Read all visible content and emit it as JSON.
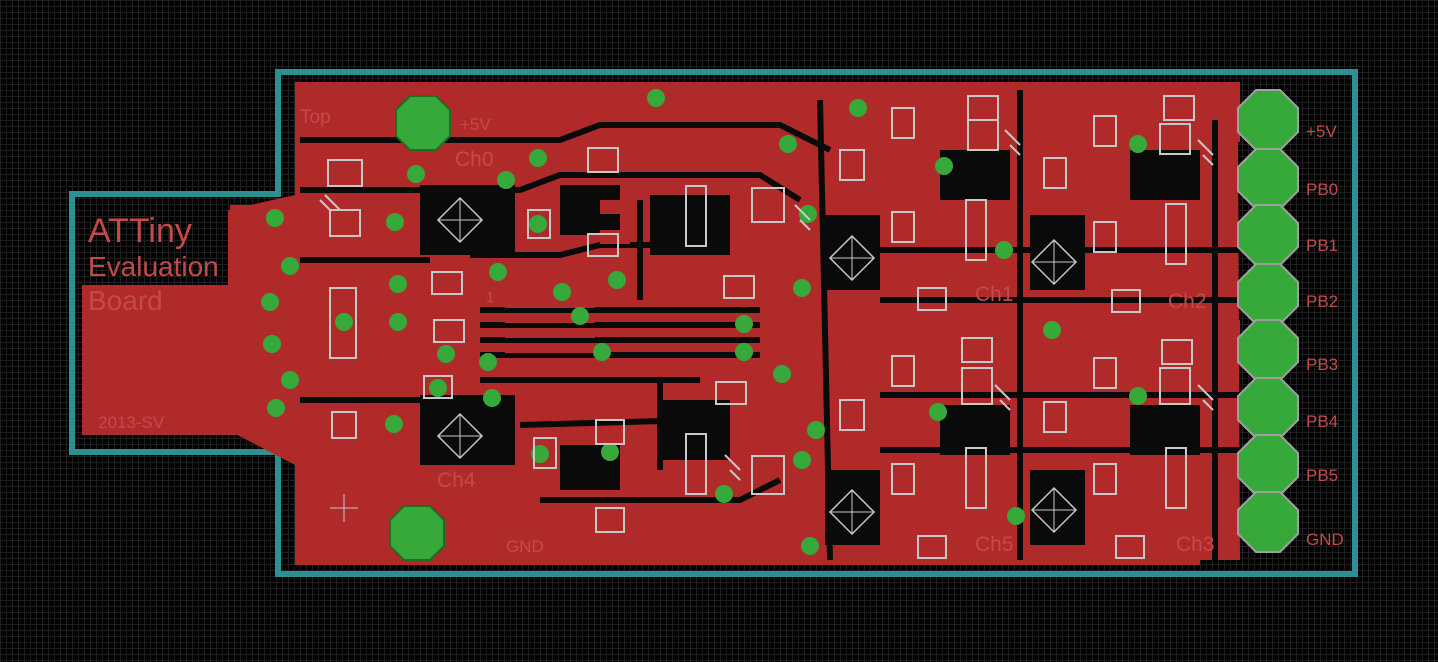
{
  "board": {
    "title_line1": "ATTiny",
    "title_line2": "Evaluation",
    "title_line3": "Board",
    "layer_label": "Top",
    "version_label": "2013-SV",
    "power_label": "+5V",
    "gnd_label": "GND",
    "pin1_marker": "1"
  },
  "channels": [
    {
      "label": "Ch0"
    },
    {
      "label": "Ch1"
    },
    {
      "label": "Ch2"
    },
    {
      "label": "Ch3"
    },
    {
      "label": "Ch4"
    },
    {
      "label": "Ch5"
    }
  ],
  "header_pins": [
    {
      "label": "+5V"
    },
    {
      "label": "PB0"
    },
    {
      "label": "PB1"
    },
    {
      "label": "PB2"
    },
    {
      "label": "PB3"
    },
    {
      "label": "PB4"
    },
    {
      "label": "PB5"
    },
    {
      "label": "GND"
    }
  ],
  "colors": {
    "background": "#000000",
    "grid": "#1f1f1f",
    "copper": "#b02a2a",
    "copper_dark": "#8a1e1e",
    "outline": "#2e8f93",
    "via": "#37a83a",
    "silkscreen": "#c8c8c8",
    "label_text": "#c44a4a"
  }
}
